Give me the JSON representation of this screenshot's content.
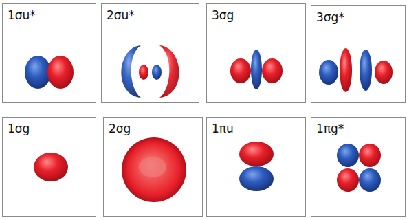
{
  "diagram": {
    "nodes": [
      {
        "text": [
          "1σu*"
        ]
      },
      {
        "text": [
          "2σu*"
        ]
      },
      {
        "text": [
          "3σg"
        ]
      },
      {
        "text": [
          "3σg*"
        ]
      },
      {
        "text": [
          "1σg"
        ]
      },
      {
        "text": [
          "2σg"
        ]
      },
      {
        "text": [
          "1πu"
        ]
      },
      {
        "text": [
          "1πg*"
        ]
      }
    ]
  }
}
